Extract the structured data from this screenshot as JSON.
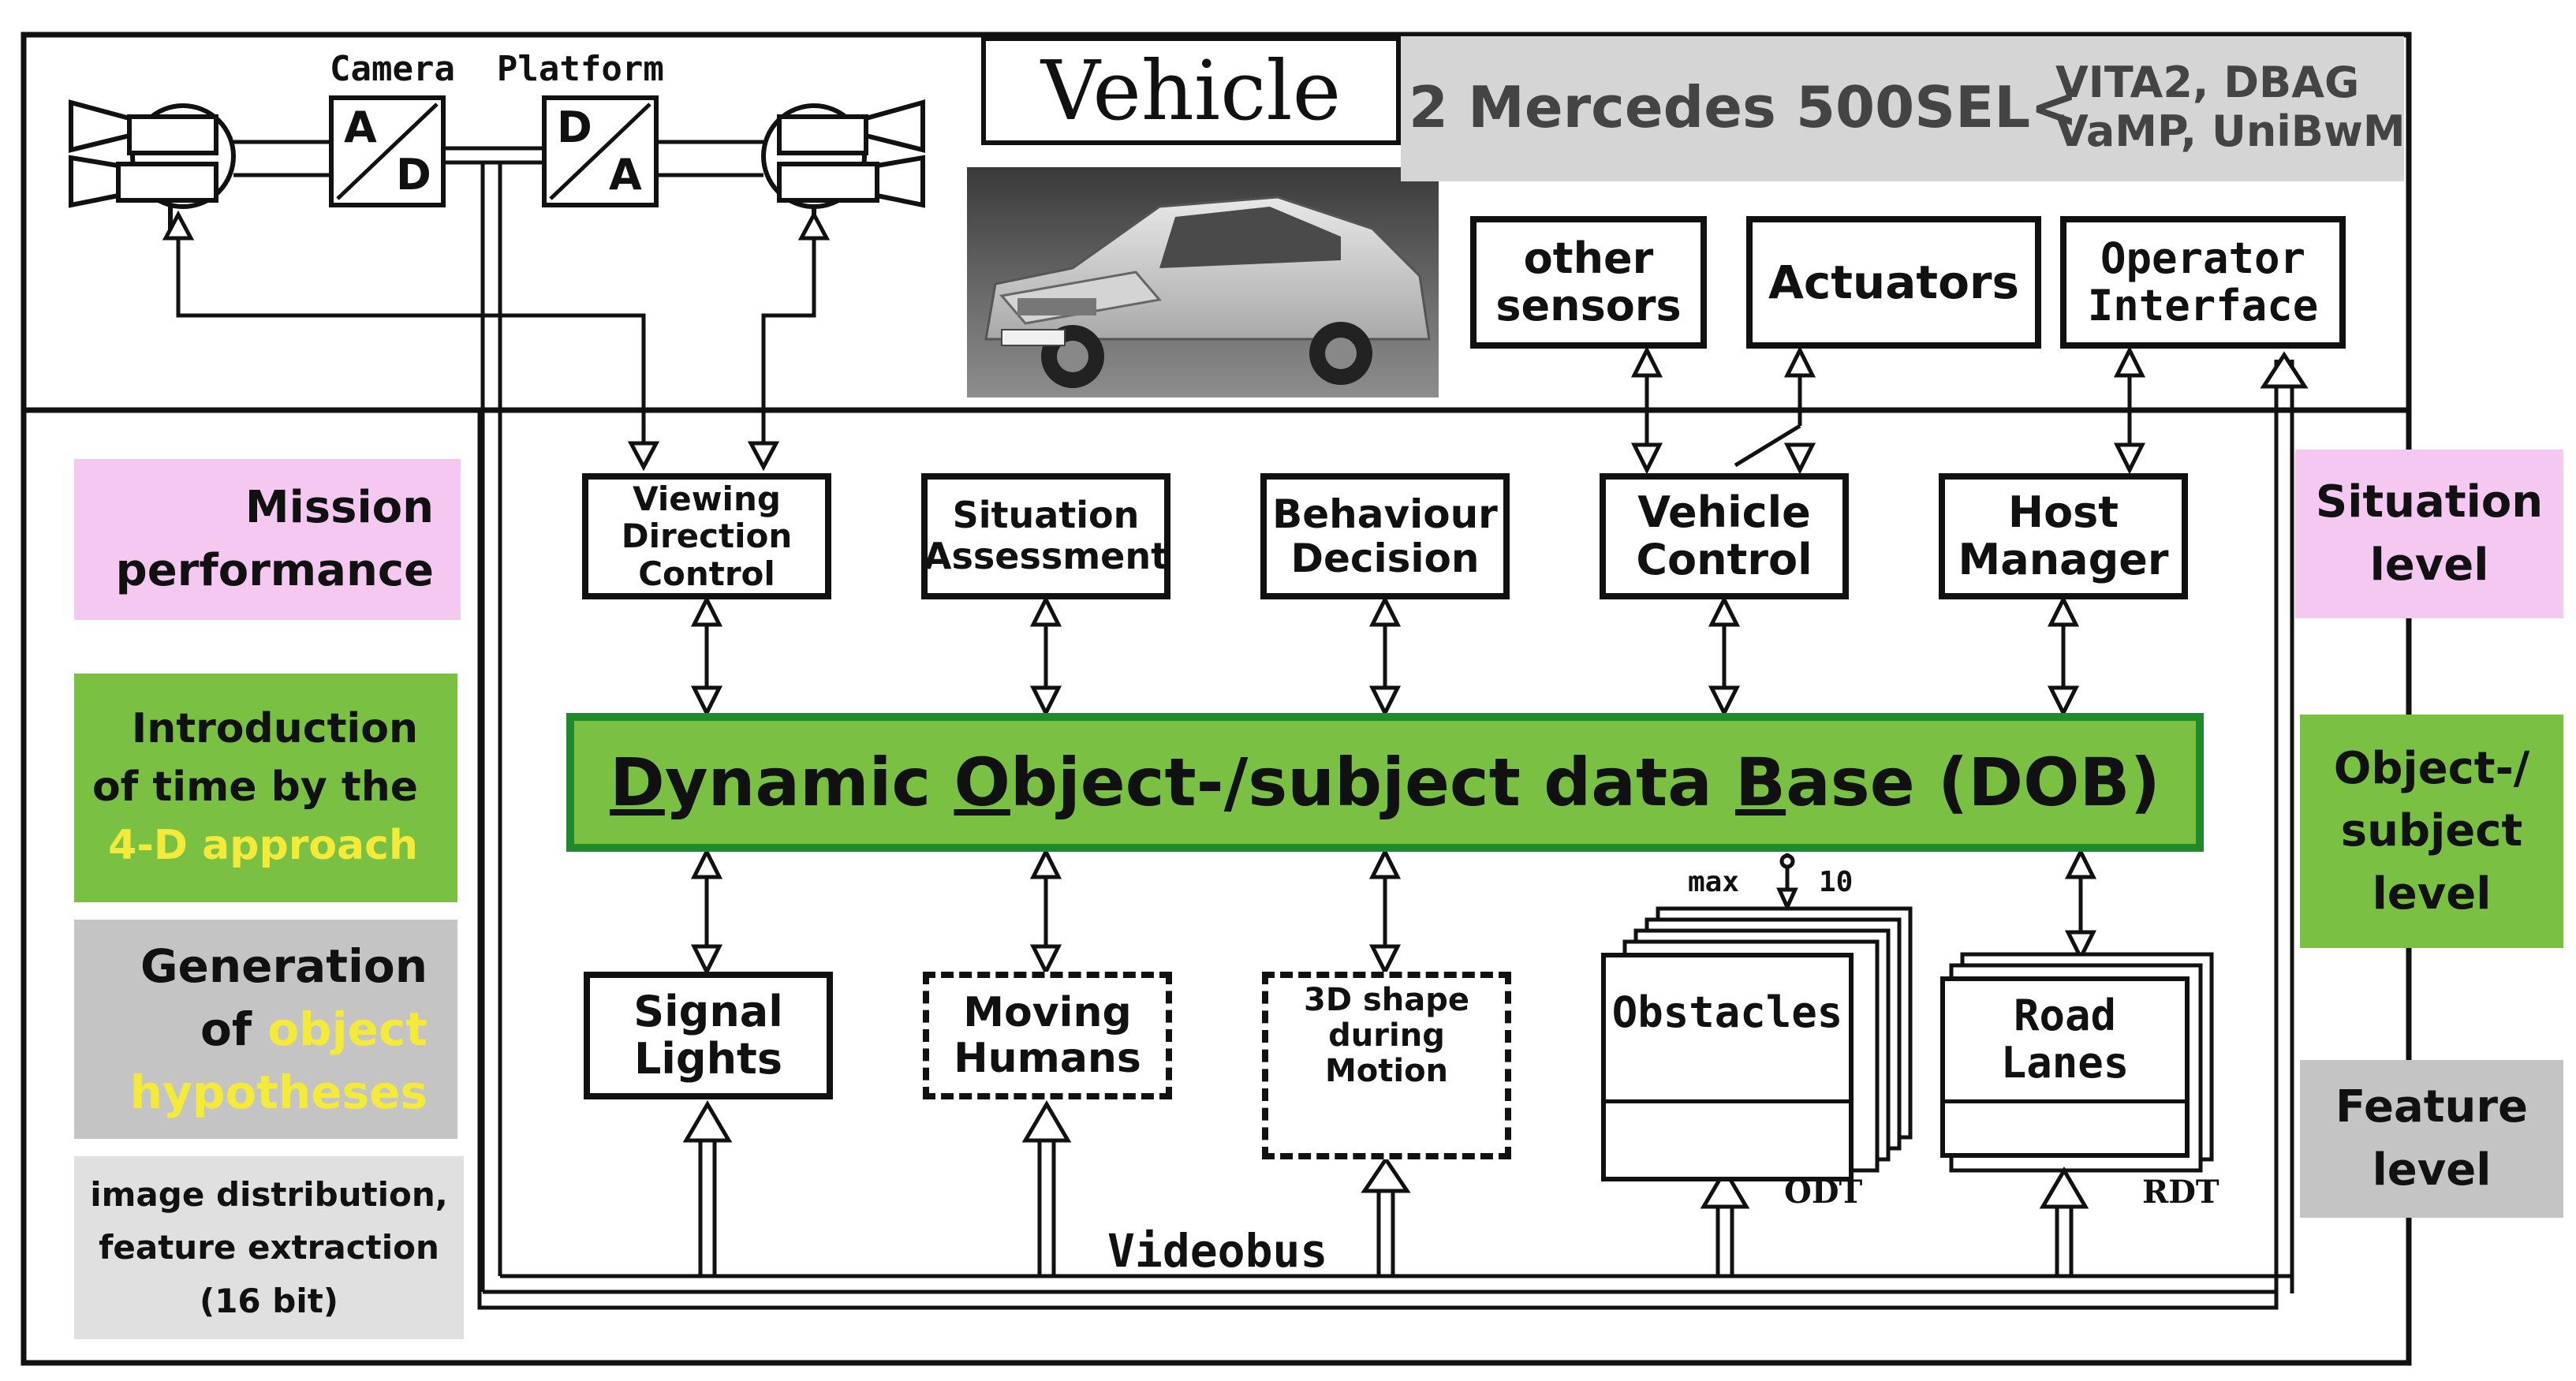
{
  "vehicle": {
    "title": "Vehicle",
    "platform_label": "2 Mercedes 500SEL<",
    "platform_names_line1": "VITA2, DBAG",
    "platform_names_line2": "VaMP, UniBwM"
  },
  "camera": {
    "platform_label": "Camera  Platform",
    "ad_top": "A",
    "ad_bottom": "D",
    "da_top": "D",
    "da_bottom": "A"
  },
  "top_boxes": {
    "other_sensors": "other\nsensors",
    "actuators": "Actuators",
    "operator_interface": "Operator\nInterface"
  },
  "situation_modules": {
    "viewing_direction": "Viewing\nDirection\nControl",
    "situation_assessment": "Situation\nAssessment",
    "behaviour_decision": "Behaviour\nDecision",
    "vehicle_control": "Vehicle\nControl",
    "host_manager": "Host\nManager"
  },
  "dob": {
    "prefix_D": "D",
    "part1": "ynamic ",
    "prefix_O": "O",
    "part2": "bject-/subject data ",
    "prefix_B": "B",
    "part3": "ase (DOB)",
    "color": "#7ac143",
    "border_color": "#1f8a2c"
  },
  "feature_modules": {
    "signal_lights": "Signal\nLights",
    "moving_humans": "Moving\nHumans",
    "shape_top": "3D  shape",
    "shape_mid": "during",
    "shape_bottom": "Motion",
    "obstacles": "Obstacles",
    "road_lanes": "Road\nLanes",
    "max_label": "max",
    "max_value": "10",
    "odt": "ODT",
    "rdt": "RDT",
    "videobus": "Videobus"
  },
  "left_labels": {
    "mission_1": "Mission",
    "mission_2": "performance",
    "intro_1": "Introduction",
    "intro_2": "of time by the",
    "intro_3": "4-D approach",
    "gen_1": "Generation",
    "gen_2a": "of ",
    "gen_2b": "object",
    "gen_3": "hypotheses",
    "img_1": "image distribution,",
    "img_2": "feature extraction",
    "img_3": "(16 bit)"
  },
  "right_labels": {
    "situation_1": "Situation",
    "situation_2": "level",
    "object_1": "Object-/",
    "object_2": "subject",
    "object_3": "level",
    "feature_1": "Feature",
    "feature_2": "level"
  },
  "colors": {
    "pink": "#f5c8f2",
    "green": "#7ac143",
    "gray": "#c4c4c4",
    "light_gray": "#e0e0e0",
    "yellow_text": "#f4ea3a"
  }
}
